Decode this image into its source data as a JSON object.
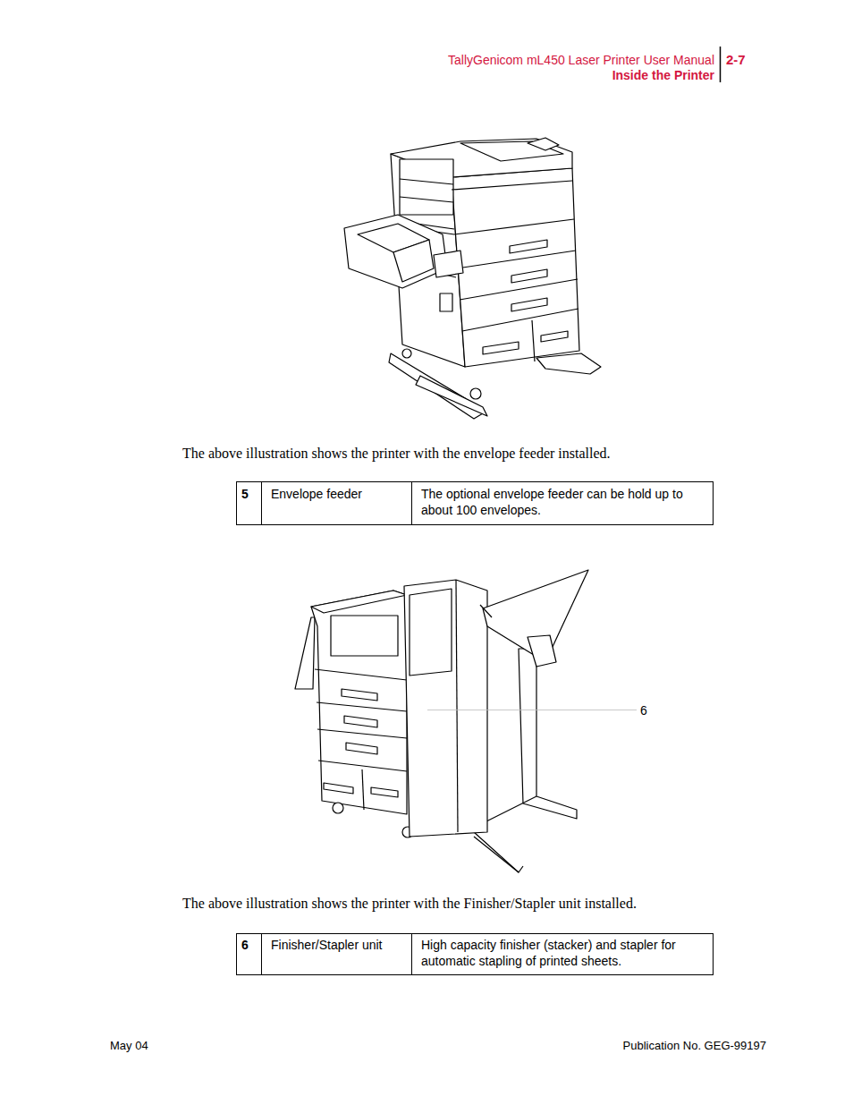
{
  "diagram": {
    "labels": [
      "TallyGenicom mL450 Laser Printer User Manual",
      "2-7",
      "Inside the Printer",
      "The above illustration shows the printer with the envelope feeder installed.",
      "5",
      "Envelope feeder",
      "The optional envelope feeder can be hold up to about 100 envelopes.",
      "6",
      "The above illustration shows the printer with the Finisher/Stapler unit installed.",
      "6",
      "Finisher/Stapler unit",
      "High capacity finisher (stacker) and stapler for automatic stapling of printed sheets.",
      "May 04",
      "Publication No. GEG-99197"
    ]
  }
}
